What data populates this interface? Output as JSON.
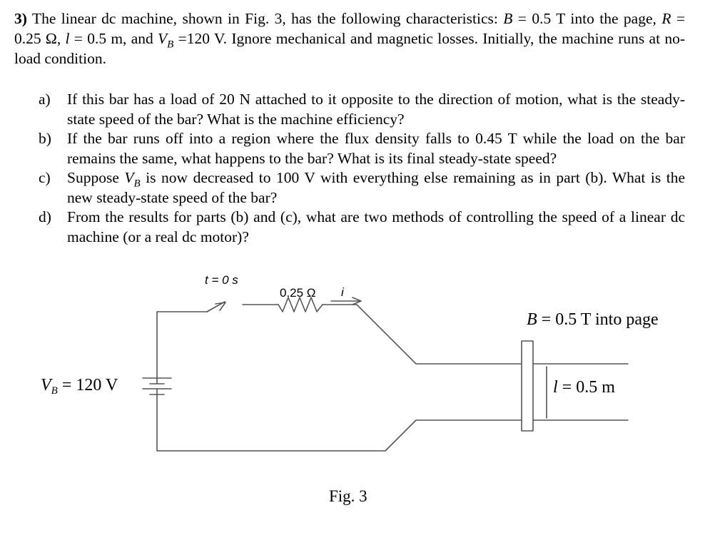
{
  "problem": {
    "number": "3)",
    "intro_1": " The linear dc machine, shown in Fig. 3, has the following characteristics: ",
    "b_symbol": "B",
    "b_value": " = 0.5 T into the page, ",
    "r_symbol": "R",
    "r_value": " = 0.25 Ω, ",
    "l_symbol": "l",
    "l_value": " = 0.5 m, and ",
    "v_symbol": "V",
    "v_sub": "B",
    "v_value": " =120 V. Ignore mechanical and magnetic losses. Initially, the machine runs at no-load condition."
  },
  "parts": [
    {
      "marker": "a)",
      "text": "If this bar has a load of 20 N attached to it opposite to the direction of motion, what is the steady-state speed of the bar? What is the machine efficiency?"
    },
    {
      "marker": "b)",
      "text": "If the bar runs off into a region where the flux density falls to 0.45 T while the load on the bar remains the same, what happens to the bar? What is its final steady-state speed?"
    },
    {
      "marker": "c)",
      "text_before": "Suppose ",
      "v_symbol": "V",
      "v_sub": "B",
      "text_after": " is now decreased to 100 V with everything else remaining as in part (b). What is the new steady-state speed of the bar?"
    },
    {
      "marker": "d)",
      "text": "From the results for parts (b) and (c), what are two methods of controlling the speed of a linear dc machine (or a real dc motor)?"
    }
  ],
  "figure": {
    "switch_label": "t = 0 s",
    "resistor_label": "0.25 Ω",
    "current_label": "i",
    "field_label_symbol": "B",
    "field_label_value": " = 0.5 T into page",
    "battery_label_symbol": "V",
    "battery_label_sub": "B",
    "battery_label_value": " = 120 V",
    "length_label_symbol": "l",
    "length_label_value": " = 0.5 m",
    "caption": "Fig. 3"
  }
}
